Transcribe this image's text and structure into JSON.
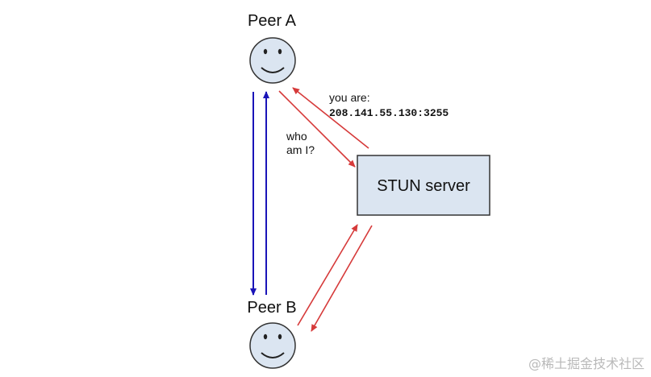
{
  "peer_a": {
    "label": "Peer A"
  },
  "peer_b": {
    "label": "Peer B"
  },
  "server": {
    "label": "STUN server",
    "fill": "#dbe5f1",
    "stroke": "#333333"
  },
  "request": {
    "line1": "who",
    "line2": "am I?"
  },
  "response": {
    "line1": "you are:",
    "address": "208.141.55.130:3255"
  },
  "colors": {
    "face_fill": "#dbe5f1",
    "face_stroke": "#333333",
    "peer_arrow": "#1a14b8",
    "stun_arrow": "#d63a3a"
  },
  "watermark": "@稀土掘金技术社区"
}
